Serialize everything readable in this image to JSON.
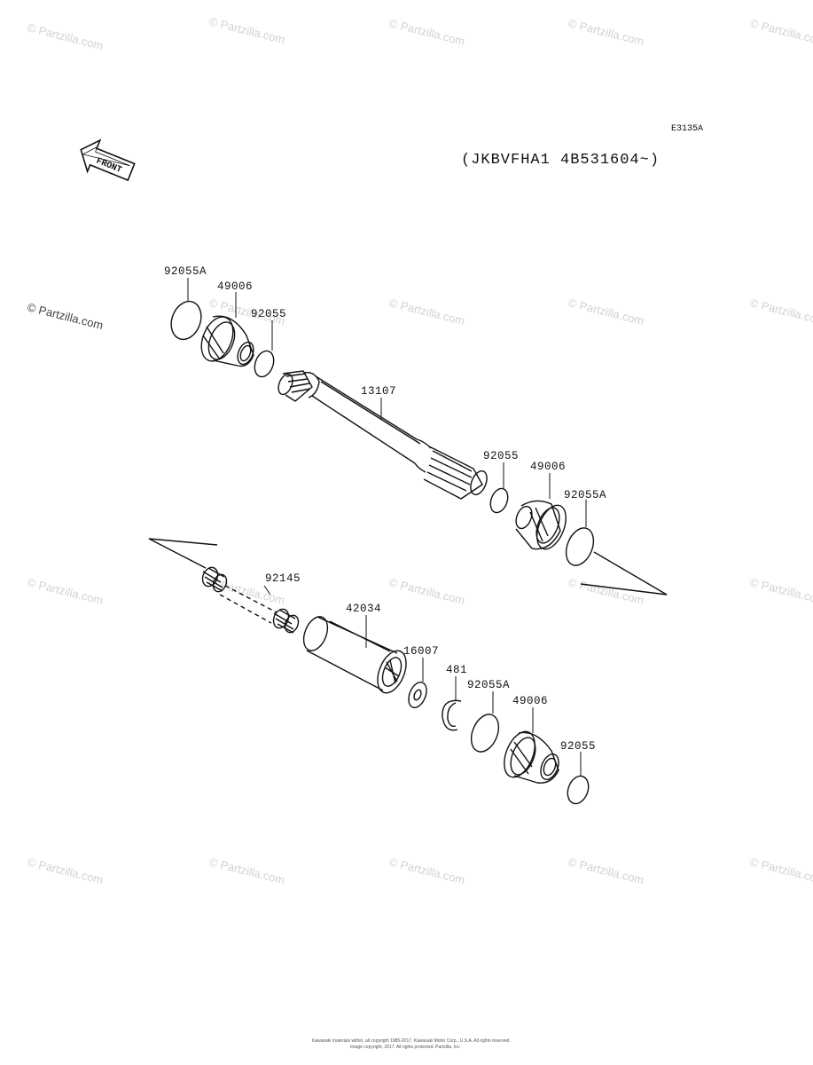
{
  "header": {
    "drawing_code": "E3135A",
    "serial_range": "(JKBVFHA1 4B531604~)",
    "front_indicator": "FRONT"
  },
  "watermark": {
    "text": "© Partzilla.com"
  },
  "footer": {
    "line1": "Kawasaki materials within, all copyright 1985-2017, Kawasaki Motor Corp., U.S.A. All rights reserved.",
    "line2": "Image copyright, 2017. All rights protected. Partzilla, Inc."
  },
  "callouts": [
    {
      "id": "c1",
      "part_number": "92055A"
    },
    {
      "id": "c2",
      "part_number": "49006"
    },
    {
      "id": "c3",
      "part_number": "92055"
    },
    {
      "id": "c4",
      "part_number": "13107"
    },
    {
      "id": "c5",
      "part_number": "92055"
    },
    {
      "id": "c6",
      "part_number": "49006"
    },
    {
      "id": "c7",
      "part_number": "92055A"
    },
    {
      "id": "c8",
      "part_number": "92145"
    },
    {
      "id": "c9",
      "part_number": "42034"
    },
    {
      "id": "c10",
      "part_number": "16007"
    },
    {
      "id": "c11",
      "part_number": "481"
    },
    {
      "id": "c12",
      "part_number": "92055A"
    },
    {
      "id": "c13",
      "part_number": "49006"
    },
    {
      "id": "c14",
      "part_number": "92055"
    }
  ]
}
